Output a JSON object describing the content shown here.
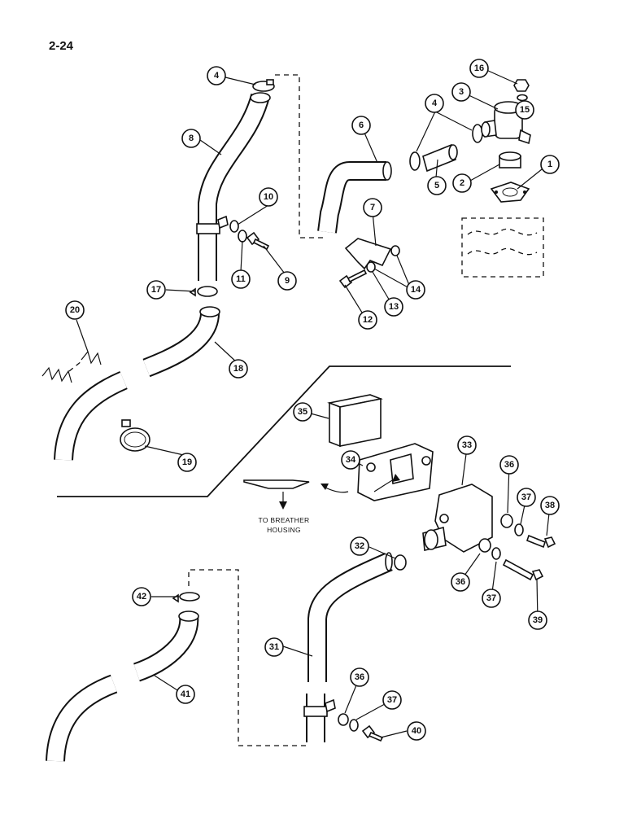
{
  "page": {
    "number": "2-24"
  },
  "note": {
    "line1": "TO BREATHER",
    "line2": "HOUSING"
  },
  "callouts": {
    "c1": "1",
    "c2": "2",
    "c3": "3",
    "c4a": "4",
    "c4b": "4",
    "c5": "5",
    "c6": "6",
    "c7": "7",
    "c8": "8",
    "c9": "9",
    "c10": "10",
    "c11": "11",
    "c12": "12",
    "c13": "13",
    "c14": "14",
    "c15": "15",
    "c16": "16",
    "c17": "17",
    "c18": "18",
    "c19": "19",
    "c20": "20",
    "c31": "31",
    "c32": "32",
    "c33": "33",
    "c34": "34",
    "c35": "35",
    "c36a": "36",
    "c36b": "36",
    "c36c": "36",
    "c37a": "37",
    "c37b": "37",
    "c37c": "37",
    "c38": "38",
    "c39": "39",
    "c40": "40",
    "c41": "41",
    "c42": "42"
  },
  "icons": [
    "hose-icon",
    "clamp-icon",
    "bolt-icon",
    "washer-icon",
    "nut-icon",
    "elbow-icon",
    "gasket-icon",
    "bracket-icon",
    "spring-icon",
    "breather-cover-icon",
    "filter-element-icon"
  ]
}
